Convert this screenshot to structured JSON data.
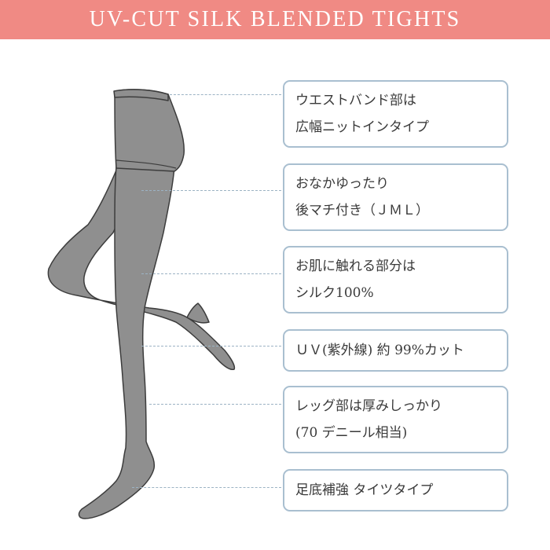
{
  "header": {
    "title": "UV-CUT SILK BLENDED TIGHTS"
  },
  "labels": [
    {
      "lines": [
        "ウエストバンド部は",
        "広幅ニットインタイプ"
      ]
    },
    {
      "lines": [
        "おなかゆったり",
        "後マチ付き（ＪＭＬ）"
      ]
    },
    {
      "lines": [
        "お肌に触れる部分は",
        "シルク100%"
      ]
    },
    {
      "lines": [
        "ＵＶ(紫外線) 約 99%カット"
      ]
    },
    {
      "lines": [
        "レッグ部は厚みしっかり",
        "(70 デニール相当)"
      ]
    },
    {
      "lines": [
        "足底補強 タイツタイプ"
      ]
    }
  ],
  "colors": {
    "banner": "#f08a84",
    "tights": "#8f8f8f",
    "outline": "#3c3c3c",
    "box_border": "#a9bfd0",
    "connector": "#9cb3c4"
  }
}
